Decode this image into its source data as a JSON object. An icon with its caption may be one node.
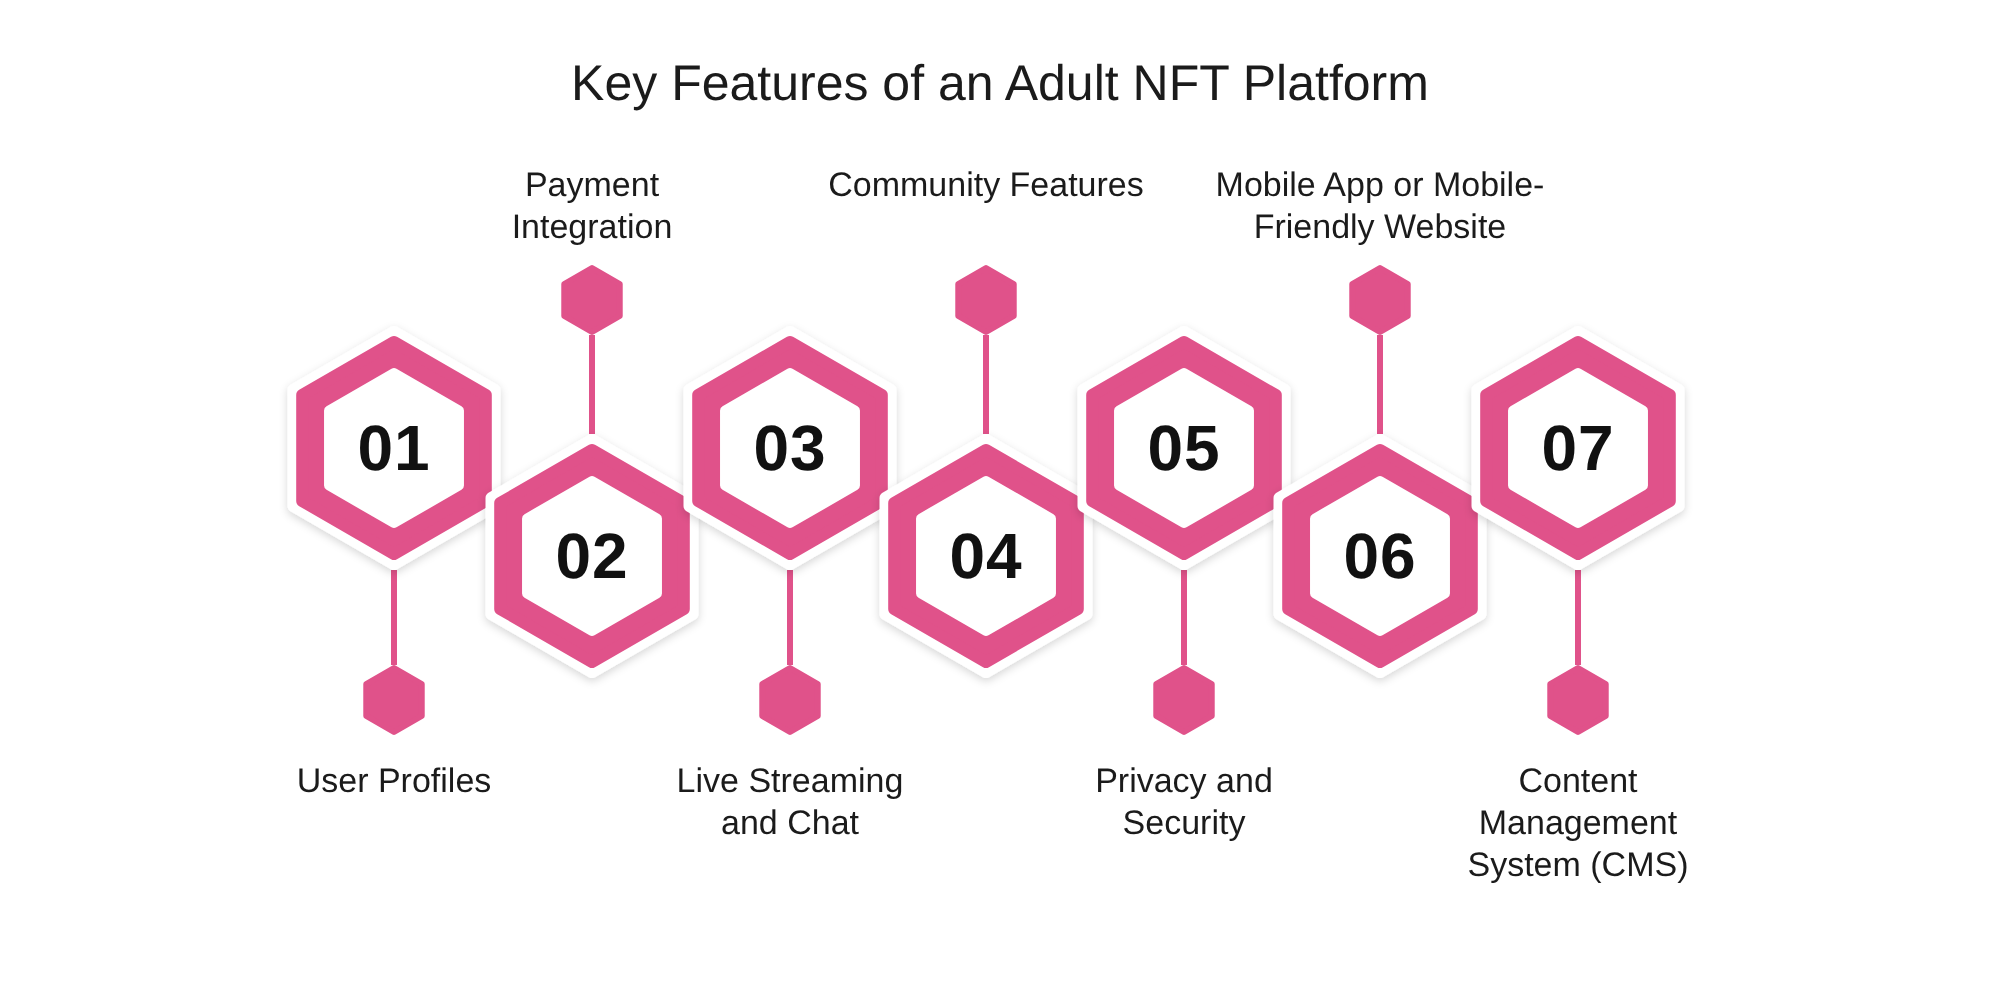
{
  "diagram": {
    "title": "Key Features of an Adult NFT Platform",
    "nodes": [
      {
        "text": [
          "01"
        ]
      },
      {
        "text": [
          "02"
        ]
      },
      {
        "text": [
          "03"
        ]
      },
      {
        "text": [
          "04"
        ]
      },
      {
        "text": [
          "05"
        ]
      },
      {
        "text": [
          "06"
        ]
      },
      {
        "text": [
          "07"
        ]
      },
      {
        "text": [],
        "shape": "hexagon",
        "beside": [
          "User Profiles"
        ]
      },
      {
        "text": [],
        "shape": "hexagon",
        "beside": [
          "Payment Integration"
        ]
      },
      {
        "text": [],
        "shape": "hexagon",
        "beside": [
          "Live Streaming and Chat"
        ]
      },
      {
        "text": [],
        "shape": "hexagon",
        "beside": [
          "Community Features"
        ]
      },
      {
        "text": [],
        "shape": "hexagon",
        "beside": [
          "Privacy and Security"
        ]
      },
      {
        "text": [],
        "shape": "hexagon",
        "beside": [
          "Mobile App or Mobile-Friendly Website"
        ]
      },
      {
        "text": [],
        "shape": "hexagon",
        "beside": [
          "Content Management System (CMS)"
        ]
      }
    ],
    "edges": [
      {
        "from": 0,
        "to": 7,
        "arrow": "none"
      },
      {
        "from": 1,
        "to": 8,
        "arrow": "none"
      },
      {
        "from": 2,
        "to": 9,
        "arrow": "none"
      },
      {
        "from": 3,
        "to": 10,
        "arrow": "none"
      },
      {
        "from": 4,
        "to": 11,
        "arrow": "none"
      },
      {
        "from": 5,
        "to": 12,
        "arrow": "none"
      },
      {
        "from": 6,
        "to": 13,
        "arrow": "none"
      }
    ]
  }
}
